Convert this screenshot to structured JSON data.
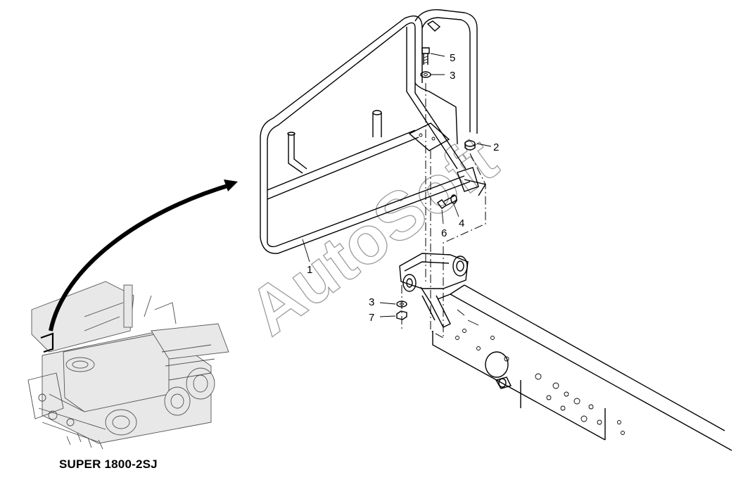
{
  "diagram": {
    "machine_caption": "SUPER 1800-2SJ",
    "watermark": "AutoSoft",
    "callouts": [
      {
        "id": "c1",
        "text": "1"
      },
      {
        "id": "c2",
        "text": "2"
      },
      {
        "id": "c3a",
        "text": "3"
      },
      {
        "id": "c3b",
        "text": "3"
      },
      {
        "id": "c4",
        "text": "4"
      },
      {
        "id": "c5",
        "text": "5"
      },
      {
        "id": "c6",
        "text": "6"
      },
      {
        "id": "c7",
        "text": "7"
      }
    ]
  }
}
